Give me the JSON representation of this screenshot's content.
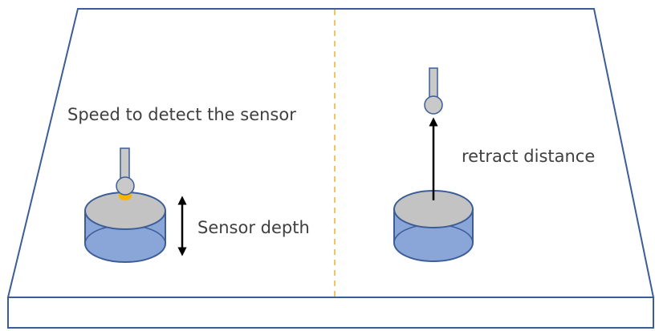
{
  "labels": {
    "speed_label": "Speed to detect the sensor",
    "depth_label": "Sensor depth",
    "retract_label": "retract distance"
  },
  "colors": {
    "plate_outline": "#3c5d96",
    "sensor_fill": "#8aa6d9",
    "sensor_top": "#c3c3c3",
    "probe_fill": "#c9c9c9",
    "contact_point": "#f7b500",
    "divider": "#f0b030",
    "arrow": "#000000"
  }
}
